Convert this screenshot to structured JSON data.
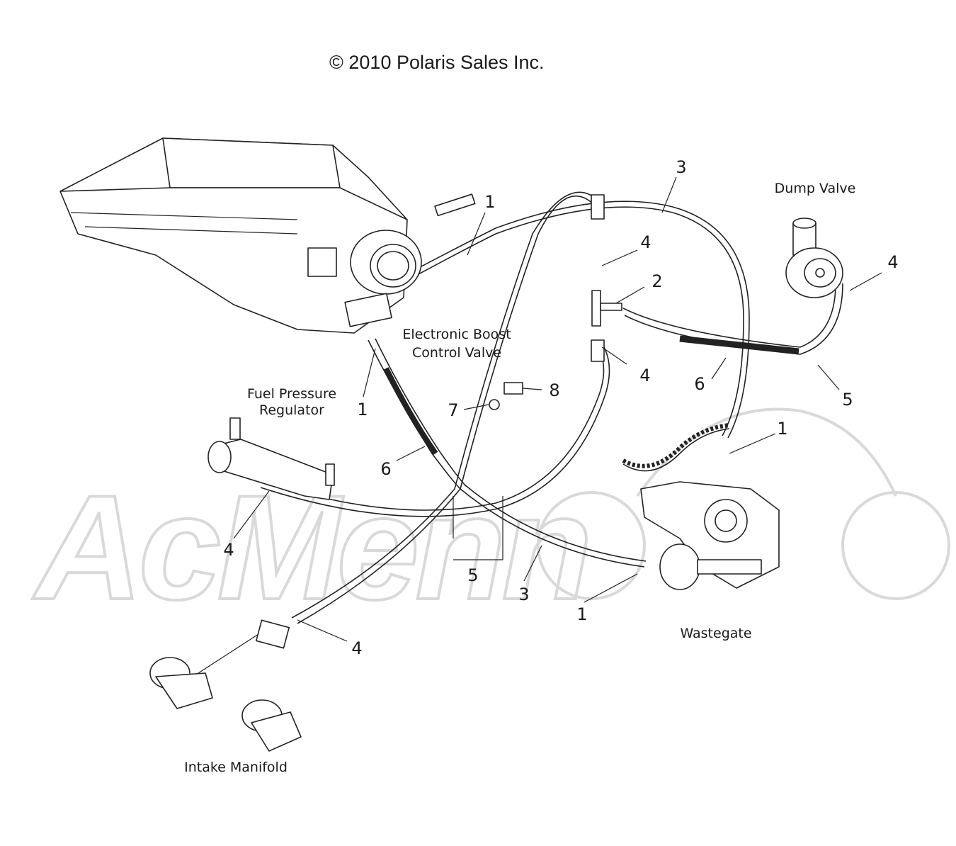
{
  "copyright": "© 2010 Polaris Sales Inc.",
  "watermark": "AcMenn",
  "components": {
    "electronic_boost_control_valve": [
      "Electronic Boost",
      "Control Valve"
    ],
    "fuel_pressure_regulator": [
      "Fuel Pressure",
      "Regulator"
    ],
    "dump_valve": "Dump Valve",
    "wastegate": "Wastegate",
    "intake_manifold": "Intake Manifold"
  },
  "callouts": [
    {
      "id": "c3-top",
      "text": "3"
    },
    {
      "id": "c1-top",
      "text": "1"
    },
    {
      "id": "c4-top",
      "text": "4"
    },
    {
      "id": "c2",
      "text": "2"
    },
    {
      "id": "c4-dump",
      "text": "4"
    },
    {
      "id": "c4-mid",
      "text": "4"
    },
    {
      "id": "c6-right",
      "text": "6"
    },
    {
      "id": "c5-right",
      "text": "5"
    },
    {
      "id": "c8",
      "text": "8"
    },
    {
      "id": "c7",
      "text": "7"
    },
    {
      "id": "c1-left",
      "text": "1"
    },
    {
      "id": "c1-right",
      "text": "1"
    },
    {
      "id": "c6-left",
      "text": "6"
    },
    {
      "id": "c4-left",
      "text": "4"
    },
    {
      "id": "c5-bottom",
      "text": "5"
    },
    {
      "id": "c3-bottom",
      "text": "3"
    },
    {
      "id": "c1-bottom",
      "text": "1"
    },
    {
      "id": "c4-bottom",
      "text": "4"
    }
  ]
}
